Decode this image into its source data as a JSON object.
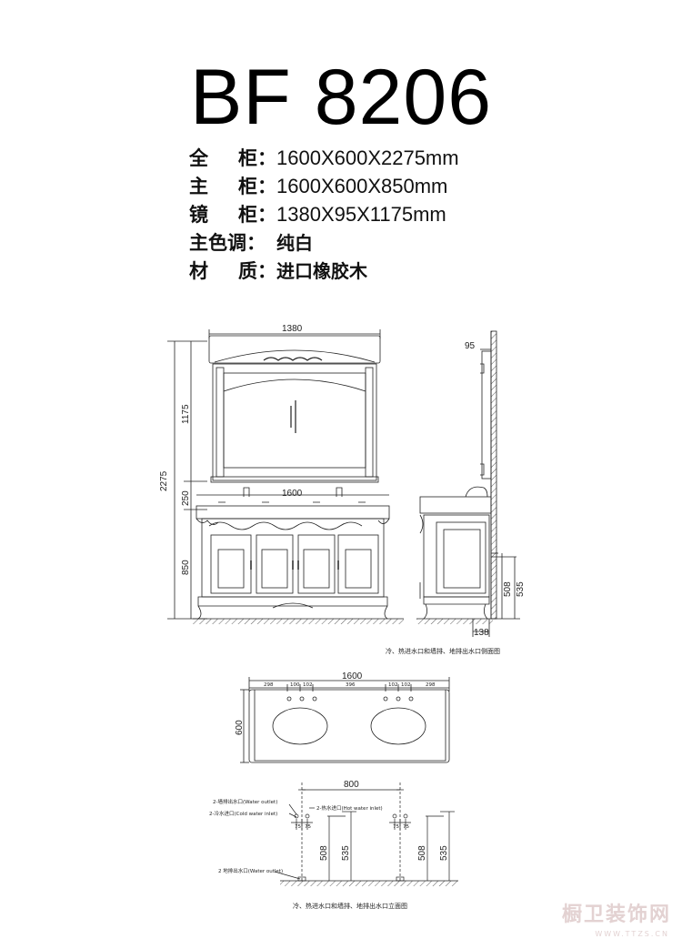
{
  "model": "BF 8206",
  "specs": [
    {
      "label": [
        "全",
        "柜："
      ],
      "value": "1600X600X2275mm"
    },
    {
      "label": [
        "主",
        "柜："
      ],
      "value": "1600X600X850mm"
    },
    {
      "label": [
        "镜",
        "柜："
      ],
      "value": "1380X95X1175mm"
    },
    {
      "label": [
        "主色调："
      ],
      "value": "纯白"
    },
    {
      "label": [
        "材",
        "质："
      ],
      "value": "进口橡胶木"
    }
  ],
  "front": {
    "mirror_width": "1380",
    "cabinet_width": "1600",
    "height_total": "2275",
    "height_mirror": "1175",
    "height_gap": "250",
    "height_cabinet": "850"
  },
  "side": {
    "depth_mirror": "95",
    "h_508": "508",
    "h_535": "535",
    "offset": "138",
    "caption": "冷、热进水口和墙排、地排出水口侧面图"
  },
  "top": {
    "width": "1600",
    "depth": "600",
    "segments": [
      "298",
      "100",
      "102",
      "396",
      "102",
      "102",
      "298"
    ]
  },
  "plumbing": {
    "spacing": "800",
    "water_outlet_wall": "2-墙排出水口(Water outlet)",
    "cold_inlet": "2-冷水进口(Cold water inlet)",
    "hot_inlet": "2-热水进口(Hot water inlet)",
    "water_outlet_floor": "2 地排出水口(Water outlet)",
    "gap_75": "75",
    "h_508": "508",
    "h_535": "535",
    "caption": "冷、热进水口和墙排、地排出水口立面图"
  },
  "watermark": {
    "name": "橱卫装饰网",
    "url": "WWW.TTZS.CN"
  }
}
